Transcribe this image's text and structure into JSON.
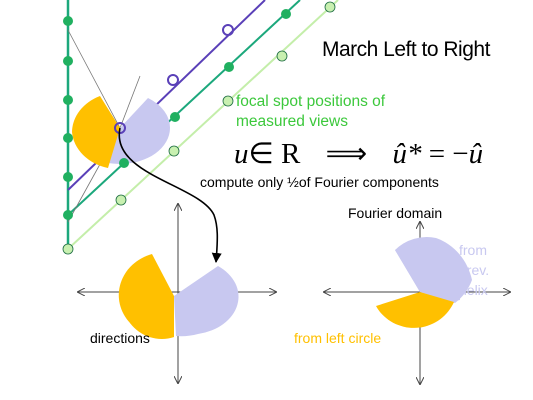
{
  "slide": {
    "title": "March Left to Right",
    "focal_label_line1": "focal spot positions of",
    "focal_label_line2": "measured views",
    "formula": {
      "u": "u",
      "in_r": "∈ R",
      "implies": "⟹",
      "uhat_star": "û*",
      "equals": "= −",
      "uhat": "û"
    },
    "compute_note": "compute only ½of Fourier components",
    "fourier_domain_label": "Fourier domain",
    "from_prev_helix": [
      "from",
      "prev.",
      "helix"
    ],
    "directions_label": "directions",
    "from_left_circle_label": "from left circle"
  },
  "colors": {
    "orange": "#ffc000",
    "lavender": "#c8c8f0",
    "teal_line": "#1ca87c",
    "purple_line": "#5a40b8",
    "light_green_line": "#b8ec9c",
    "marker_fill": "#20b060",
    "light_marker_fill": "#c8f0b0",
    "label_green": "#3cc83c"
  }
}
